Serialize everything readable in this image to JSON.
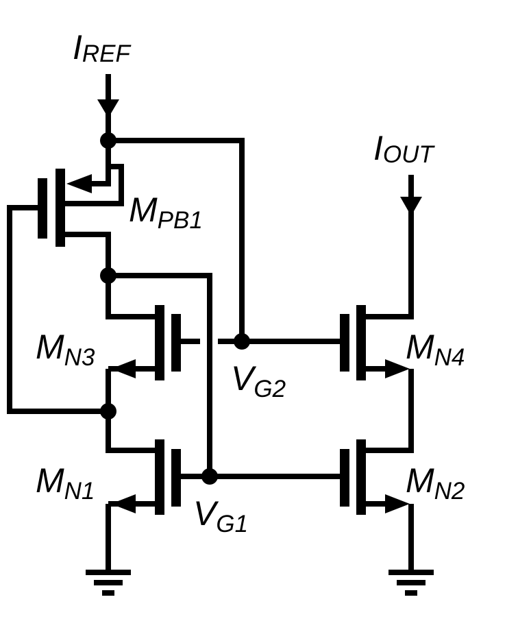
{
  "labels": {
    "i_ref": {
      "main": "I",
      "sub": "REF"
    },
    "i_out": {
      "main": "I",
      "sub": "OUT"
    },
    "m_pb1": {
      "main": "M",
      "sub": "PB1"
    },
    "m_n3": {
      "main": "M",
      "sub": "N3"
    },
    "m_n4": {
      "main": "M",
      "sub": "N4"
    },
    "m_n1": {
      "main": "M",
      "sub": "N1"
    },
    "m_n2": {
      "main": "M",
      "sub": "N2"
    },
    "v_g1": {
      "main": "V",
      "sub": "G1"
    },
    "v_g2": {
      "main": "V",
      "sub": "G2"
    }
  },
  "colors": {
    "ink": "#000000",
    "background": "#ffffff"
  }
}
